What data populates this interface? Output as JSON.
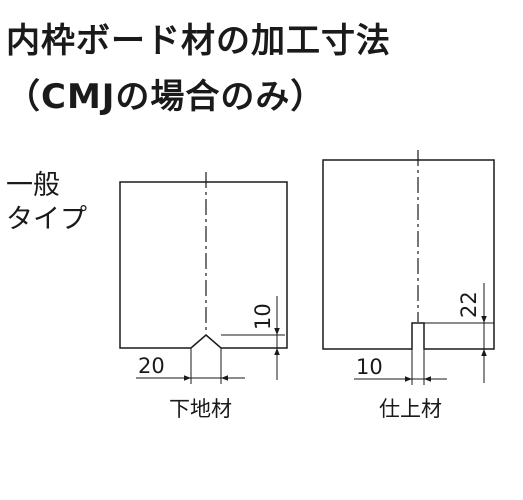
{
  "heading": {
    "line1": "内枠ボード材の加工寸法",
    "line2": "（CMJの場合のみ）"
  },
  "type_label": {
    "line1": "一般",
    "line2": "タイプ"
  },
  "left_panel": {
    "width_dim": "20",
    "height_dim": "10",
    "caption": "下地材"
  },
  "right_panel": {
    "width_dim": "10",
    "height_dim": "22",
    "caption": "仕上材"
  }
}
